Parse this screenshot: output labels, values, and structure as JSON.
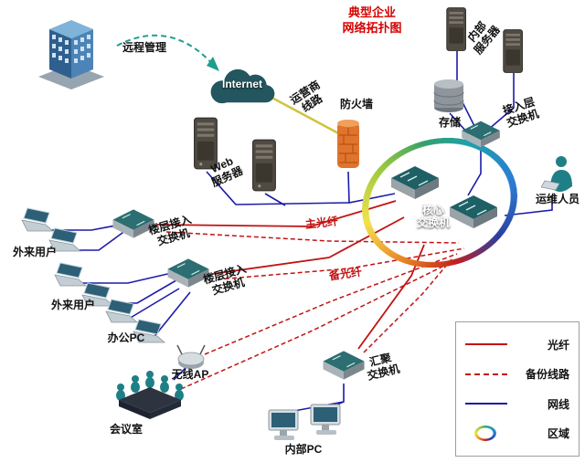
{
  "title": {
    "text": "典型企业\n网络拓扑图"
  },
  "nodes": {
    "remote_mgmt": "远程管理",
    "internet": "Internet",
    "carrier_line": "运营商\n线路",
    "firewall": "防火墙",
    "web_server": "Web\n服务器",
    "internal_server": "内部\n服务器",
    "storage": "存储",
    "access_switch": "接入层\n交换机",
    "ops_staff": "运维人员",
    "core_switch": "核心\n交换机",
    "floor_switch": "楼层接入\n交换机",
    "external_user": "外来用户",
    "office_pc": "办公PC",
    "wireless_ap": "无线AP",
    "meeting_room": "会议室",
    "agg_switch": "汇聚\n交换机",
    "internal_pc": "内部PC",
    "main_fiber": "主光纤",
    "backup_fiber": "备光纤"
  },
  "legend": {
    "items": [
      {
        "label": "光纤"
      },
      {
        "label": "备份线路"
      },
      {
        "label": "网线"
      },
      {
        "label": "区域"
      }
    ]
  },
  "colors": {
    "fiber": "#c21313",
    "backup_line": "#c21313",
    "network_cable": "#1c1ca8",
    "title": "#d40000",
    "carrier": "#cfc33e",
    "remote_arrow": "#1f9e8e"
  }
}
